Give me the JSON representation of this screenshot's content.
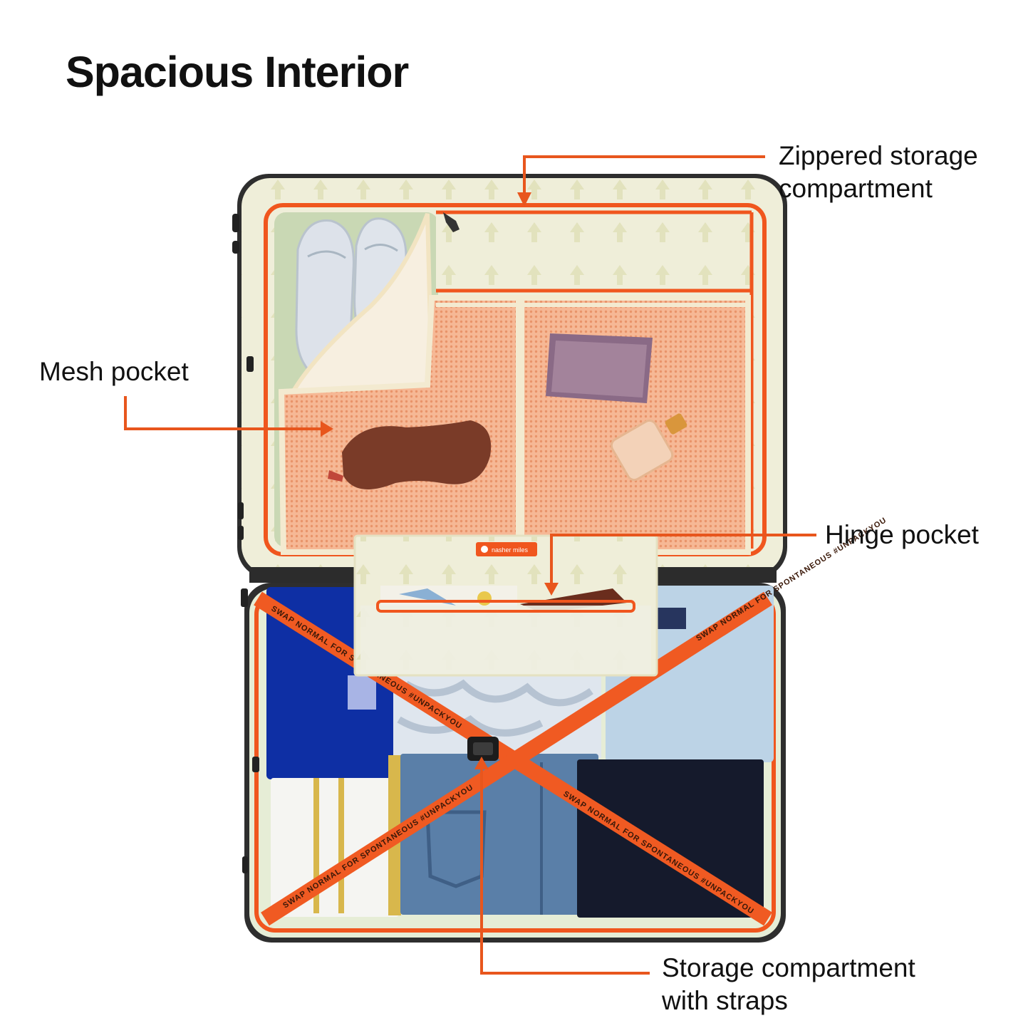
{
  "title": "Spacious Interior",
  "callouts": {
    "zippered": {
      "line1": "Zippered storage",
      "line2": "compartment"
    },
    "mesh": {
      "line1": "Mesh pocket"
    },
    "hinge": {
      "line1": "Hinge pocket"
    },
    "storage": {
      "line1": "Storage compartment",
      "line2": "with straps"
    }
  },
  "brand_label": "nasher miles",
  "strap_text": "SWAP NORMAL FOR SPONTANEOUS #UNPACKYOU",
  "colors": {
    "accent": "#f0561e",
    "shell": "#2b2b2b",
    "lining": "#efeed8",
    "mesh": "#f4b190",
    "text": "#111111"
  },
  "icons": [
    "arrow-down-icon",
    "arrow-right-icon",
    "arrow-up-icon",
    "buckle-icon"
  ]
}
